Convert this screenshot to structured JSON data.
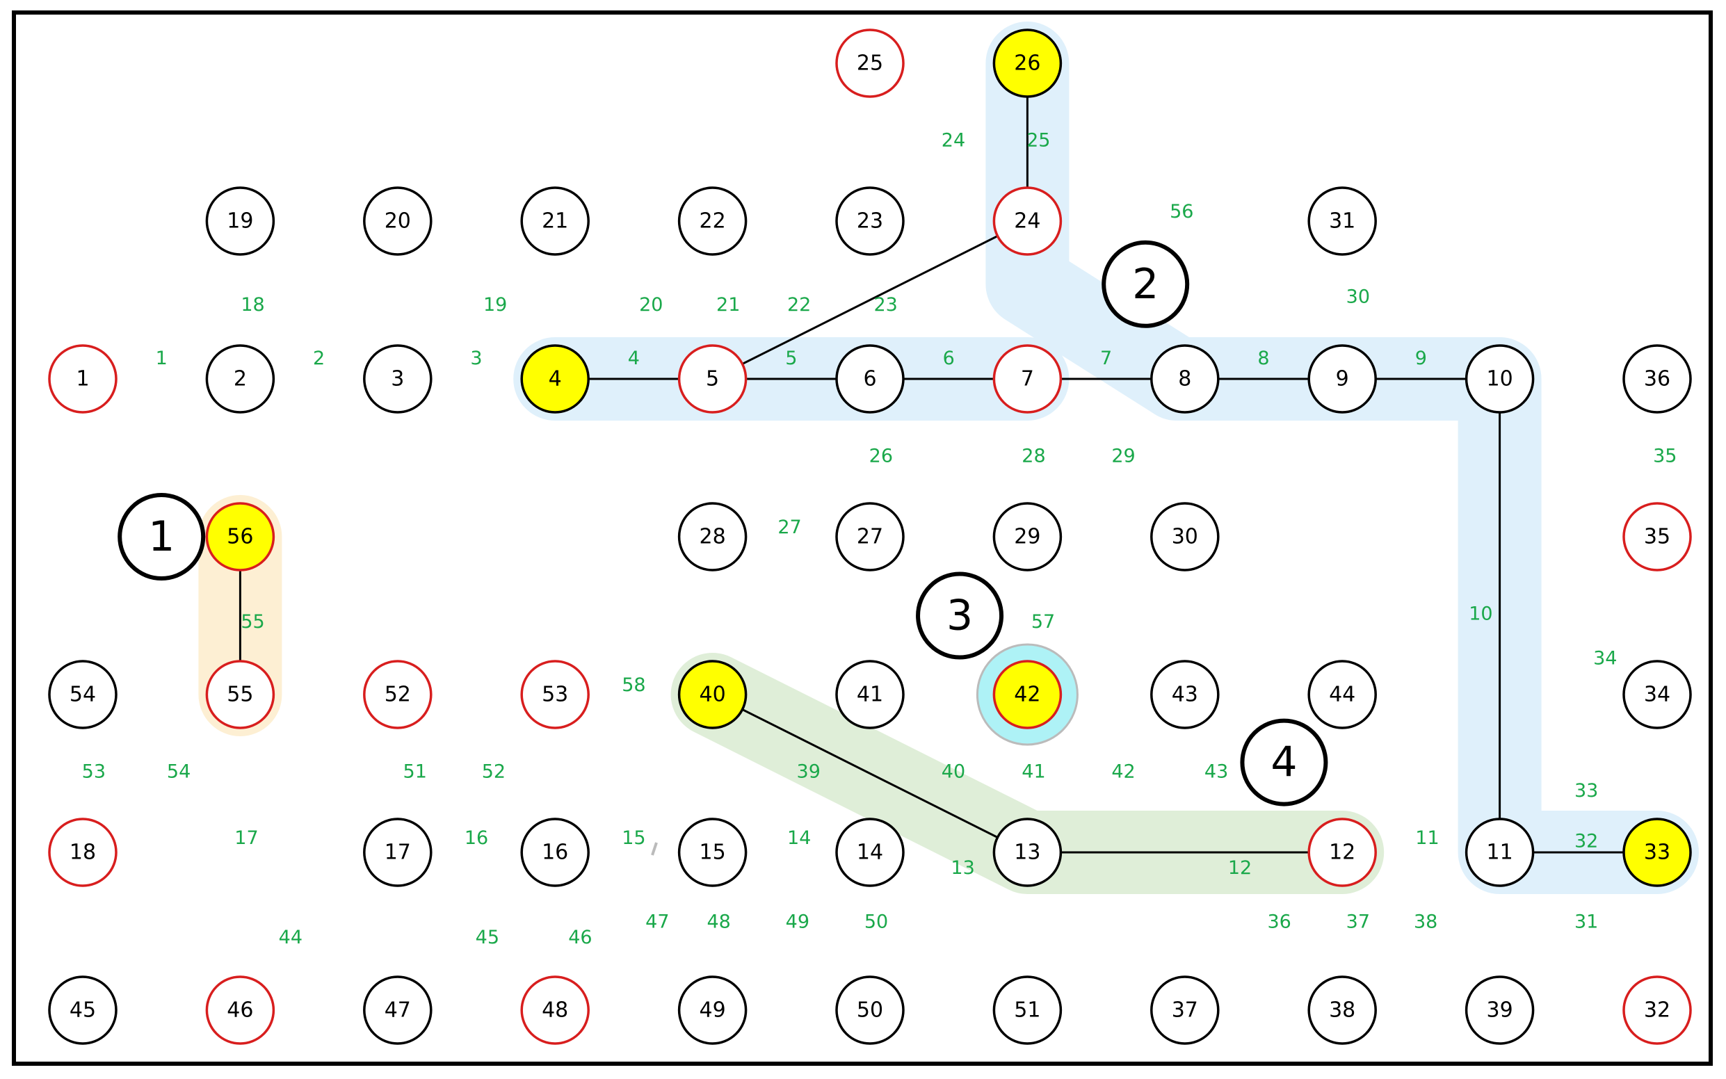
{
  "colors": {
    "node_stroke_default": "#000000",
    "node_stroke_red": "#d81e1e",
    "node_fill_yellow": "#ffff00",
    "edge_label": "#1aa84a",
    "halo_blue": "#dff0fb",
    "halo_orange": "#fdefd3",
    "halo_green": "#dfeed8",
    "halo_cyan": "#aef2f6"
  },
  "nodes": [
    {
      "id": "1",
      "label": "1",
      "col": 0,
      "row": 2,
      "red": true
    },
    {
      "id": "2",
      "label": "2",
      "col": 1,
      "row": 2
    },
    {
      "id": "3",
      "label": "3",
      "col": 2,
      "row": 2
    },
    {
      "id": "4",
      "label": "4",
      "col": 3,
      "row": 2,
      "yellow": true
    },
    {
      "id": "5",
      "label": "5",
      "col": 4,
      "row": 2,
      "red": true
    },
    {
      "id": "6",
      "label": "6",
      "col": 5,
      "row": 2
    },
    {
      "id": "7",
      "label": "7",
      "col": 6,
      "row": 2,
      "red": true
    },
    {
      "id": "8",
      "label": "8",
      "col": 7,
      "row": 2
    },
    {
      "id": "9",
      "label": "9",
      "col": 8,
      "row": 2
    },
    {
      "id": "10",
      "label": "10",
      "col": 9,
      "row": 2
    },
    {
      "id": "36",
      "label": "36",
      "col": 10,
      "row": 2
    },
    {
      "id": "19",
      "label": "19",
      "col": 1,
      "row": 1
    },
    {
      "id": "20",
      "label": "20",
      "col": 2,
      "row": 1
    },
    {
      "id": "21",
      "label": "21",
      "col": 3,
      "row": 1
    },
    {
      "id": "22",
      "label": "22",
      "col": 4,
      "row": 1
    },
    {
      "id": "23",
      "label": "23",
      "col": 5,
      "row": 1
    },
    {
      "id": "24",
      "label": "24",
      "col": 6,
      "row": 1,
      "red": true
    },
    {
      "id": "31",
      "label": "31",
      "col": 8,
      "row": 1
    },
    {
      "id": "25",
      "label": "25",
      "col": 5,
      "row": 0,
      "red": true
    },
    {
      "id": "26",
      "label": "26",
      "col": 6,
      "row": 0,
      "yellow": true
    },
    {
      "id": "56",
      "label": "56",
      "col": 1,
      "row": 3,
      "red": true,
      "yellow": true
    },
    {
      "id": "28",
      "label": "28",
      "col": 4,
      "row": 3
    },
    {
      "id": "27",
      "label": "27",
      "col": 5,
      "row": 3
    },
    {
      "id": "29",
      "label": "29",
      "col": 6,
      "row": 3
    },
    {
      "id": "30",
      "label": "30",
      "col": 7,
      "row": 3
    },
    {
      "id": "35",
      "label": "35",
      "col": 10,
      "row": 3,
      "red": true
    },
    {
      "id": "54",
      "label": "54",
      "col": 0,
      "row": 4
    },
    {
      "id": "55",
      "label": "55",
      "col": 1,
      "row": 4,
      "red": true
    },
    {
      "id": "52",
      "label": "52",
      "col": 2,
      "row": 4,
      "red": true
    },
    {
      "id": "53",
      "label": "53",
      "col": 3,
      "row": 4,
      "red": true
    },
    {
      "id": "40",
      "label": "40",
      "col": 4,
      "row": 4,
      "yellow": true
    },
    {
      "id": "41",
      "label": "41",
      "col": 5,
      "row": 4
    },
    {
      "id": "42",
      "label": "42",
      "col": 6,
      "row": 4,
      "red": true,
      "yellow": true,
      "halo": true
    },
    {
      "id": "43",
      "label": "43",
      "col": 7,
      "row": 4
    },
    {
      "id": "44",
      "label": "44",
      "col": 8,
      "row": 4
    },
    {
      "id": "34",
      "label": "34",
      "col": 10,
      "row": 4
    },
    {
      "id": "18",
      "label": "18",
      "col": 0,
      "row": 5,
      "red": true
    },
    {
      "id": "17",
      "label": "17",
      "col": 2,
      "row": 5
    },
    {
      "id": "16",
      "label": "16",
      "col": 3,
      "row": 5
    },
    {
      "id": "15",
      "label": "15",
      "col": 4,
      "row": 5
    },
    {
      "id": "14",
      "label": "14",
      "col": 5,
      "row": 5
    },
    {
      "id": "13",
      "label": "13",
      "col": 6,
      "row": 5
    },
    {
      "id": "12",
      "label": "12",
      "col": 8,
      "row": 5,
      "red": true
    },
    {
      "id": "11",
      "label": "11",
      "col": 9,
      "row": 5
    },
    {
      "id": "33",
      "label": "33",
      "col": 10,
      "row": 5,
      "yellow": true
    },
    {
      "id": "45",
      "label": "45",
      "col": 0,
      "row": 6
    },
    {
      "id": "46",
      "label": "46",
      "col": 1,
      "row": 6,
      "red": true
    },
    {
      "id": "47",
      "label": "47",
      "col": 2,
      "row": 6
    },
    {
      "id": "48",
      "label": "48",
      "col": 3,
      "row": 6,
      "red": true
    },
    {
      "id": "49",
      "label": "49",
      "col": 4,
      "row": 6
    },
    {
      "id": "50",
      "label": "50",
      "col": 5,
      "row": 6
    },
    {
      "id": "51",
      "label": "51",
      "col": 6,
      "row": 6
    },
    {
      "id": "37",
      "label": "37",
      "col": 7,
      "row": 6
    },
    {
      "id": "38",
      "label": "38",
      "col": 8,
      "row": 6
    },
    {
      "id": "39",
      "label": "39",
      "col": 9,
      "row": 6
    },
    {
      "id": "32",
      "label": "32",
      "col": 10,
      "row": 6,
      "red": true
    }
  ],
  "edges": [
    [
      "26",
      "24"
    ],
    [
      "24",
      "5"
    ],
    [
      "4",
      "5"
    ],
    [
      "5",
      "6"
    ],
    [
      "6",
      "7"
    ],
    [
      "7",
      "8"
    ],
    [
      "8",
      "9"
    ],
    [
      "9",
      "10"
    ],
    [
      "10",
      "11"
    ],
    [
      "11",
      "33"
    ],
    [
      "56",
      "55"
    ],
    [
      "40",
      "13"
    ],
    [
      "13",
      "12"
    ]
  ],
  "regions": [
    {
      "id": "r1",
      "label": "1",
      "anchor": [
        0.5,
        3
      ]
    },
    {
      "id": "r2",
      "label": "2",
      "anchor": [
        6.75,
        1.4
      ]
    },
    {
      "id": "r3",
      "label": "3",
      "anchor": [
        5.57,
        3.5
      ]
    },
    {
      "id": "r4",
      "label": "4",
      "anchor": [
        7.63,
        4.43
      ]
    }
  ],
  "highlights": [
    {
      "name": "highlight-path-blue",
      "color": "halo_blue",
      "points": [
        [
          6,
          0
        ],
        [
          6,
          1.4
        ],
        [
          6.95,
          2
        ],
        [
          9,
          2
        ],
        [
          9,
          5
        ],
        [
          10,
          5
        ]
      ],
      "extra": [
        [
          3,
          2
        ],
        [
          6,
          2
        ]
      ]
    },
    {
      "name": "highlight-path-orange",
      "color": "halo_orange",
      "points": [
        [
          1,
          3
        ],
        [
          1,
          4
        ]
      ]
    },
    {
      "name": "highlight-path-green",
      "color": "halo_green",
      "points": [
        [
          4,
          4
        ],
        [
          6,
          5
        ],
        [
          8,
          5
        ]
      ]
    }
  ],
  "edge_labels": [
    {
      "text": "1",
      "at": [
        0.5,
        1.87
      ]
    },
    {
      "text": "2",
      "at": [
        1.5,
        1.87
      ]
    },
    {
      "text": "3",
      "at": [
        2.5,
        1.87
      ]
    },
    {
      "text": "4",
      "at": [
        3.5,
        1.87
      ]
    },
    {
      "text": "5",
      "at": [
        4.5,
        1.87
      ]
    },
    {
      "text": "6",
      "at": [
        5.5,
        1.87
      ]
    },
    {
      "text": "7",
      "at": [
        6.5,
        1.87
      ]
    },
    {
      "text": "8",
      "at": [
        7.5,
        1.87
      ]
    },
    {
      "text": "9",
      "at": [
        8.5,
        1.87
      ]
    },
    {
      "text": "18",
      "at": [
        1.08,
        1.53
      ]
    },
    {
      "text": "19",
      "at": [
        2.62,
        1.53
      ]
    },
    {
      "text": "20",
      "at": [
        3.61,
        1.53
      ]
    },
    {
      "text": "21",
      "at": [
        4.1,
        1.53
      ]
    },
    {
      "text": "22",
      "at": [
        4.55,
        1.53
      ]
    },
    {
      "text": "23",
      "at": [
        5.1,
        1.53
      ]
    },
    {
      "text": "24",
      "at": [
        5.53,
        0.49
      ]
    },
    {
      "text": "25",
      "at": [
        6.07,
        0.49
      ]
    },
    {
      "text": "56",
      "at": [
        6.98,
        0.94
      ]
    },
    {
      "text": "30",
      "at": [
        8.1,
        1.48
      ]
    },
    {
      "text": "26",
      "at": [
        5.07,
        2.49
      ]
    },
    {
      "text": "28",
      "at": [
        6.04,
        2.49
      ]
    },
    {
      "text": "29",
      "at": [
        6.61,
        2.49
      ]
    },
    {
      "text": "35",
      "at": [
        10.05,
        2.49
      ]
    },
    {
      "text": "27",
      "at": [
        4.49,
        2.94
      ]
    },
    {
      "text": "10",
      "at": [
        8.88,
        3.49
      ]
    },
    {
      "text": "55",
      "at": [
        1.08,
        3.54
      ]
    },
    {
      "text": "57",
      "at": [
        6.1,
        3.54
      ]
    },
    {
      "text": "34",
      "at": [
        9.67,
        3.77
      ]
    },
    {
      "text": "58",
      "at": [
        3.5,
        3.94
      ]
    },
    {
      "text": "53",
      "at": [
        0.07,
        4.49
      ]
    },
    {
      "text": "54",
      "at": [
        0.61,
        4.49
      ]
    },
    {
      "text": "51",
      "at": [
        2.11,
        4.49
      ]
    },
    {
      "text": "52",
      "at": [
        2.61,
        4.49
      ]
    },
    {
      "text": "39",
      "at": [
        4.61,
        4.49
      ]
    },
    {
      "text": "40",
      "at": [
        5.53,
        4.49
      ]
    },
    {
      "text": "41",
      "at": [
        6.04,
        4.49
      ]
    },
    {
      "text": "42",
      "at": [
        6.61,
        4.49
      ]
    },
    {
      "text": "43",
      "at": [
        7.2,
        4.49
      ]
    },
    {
      "text": "33",
      "at": [
        9.55,
        4.61
      ]
    },
    {
      "text": "17",
      "at": [
        1.04,
        4.91
      ]
    },
    {
      "text": "16",
      "at": [
        2.5,
        4.91
      ]
    },
    {
      "text": "15",
      "at": [
        3.5,
        4.91
      ]
    },
    {
      "text": "14",
      "at": [
        4.55,
        4.91
      ]
    },
    {
      "text": "11",
      "at": [
        8.54,
        4.91
      ]
    },
    {
      "text": "32",
      "at": [
        9.55,
        4.93
      ]
    },
    {
      "text": "13",
      "at": [
        5.59,
        5.1
      ]
    },
    {
      "text": "12",
      "at": [
        7.35,
        5.1
      ]
    },
    {
      "text": "47",
      "at": [
        3.65,
        5.44
      ]
    },
    {
      "text": "48",
      "at": [
        4.04,
        5.44
      ]
    },
    {
      "text": "49",
      "at": [
        4.54,
        5.44
      ]
    },
    {
      "text": "50",
      "at": [
        5.04,
        5.44
      ]
    },
    {
      "text": "36",
      "at": [
        7.6,
        5.44
      ]
    },
    {
      "text": "37",
      "at": [
        8.1,
        5.44
      ]
    },
    {
      "text": "38",
      "at": [
        8.53,
        5.44
      ]
    },
    {
      "text": "31",
      "at": [
        9.55,
        5.44
      ]
    },
    {
      "text": "44",
      "at": [
        1.32,
        5.54
      ]
    },
    {
      "text": "45",
      "at": [
        2.57,
        5.54
      ]
    },
    {
      "text": "46",
      "at": [
        3.16,
        5.54
      ]
    }
  ]
}
